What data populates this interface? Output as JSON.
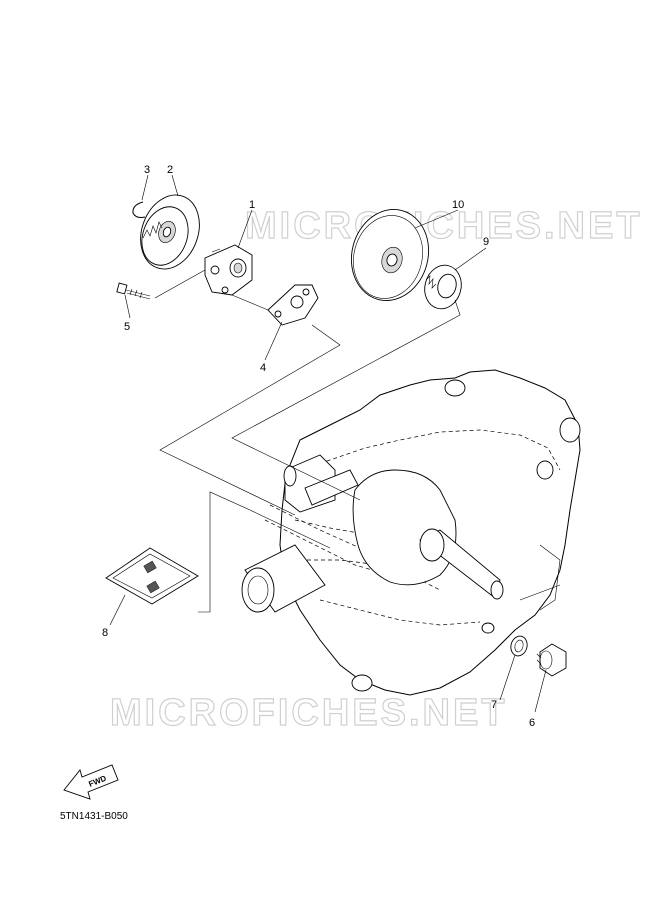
{
  "callouts": {
    "c1": "1",
    "c2": "2",
    "c3": "3",
    "c4": "4",
    "c5": "5",
    "c6": "6",
    "c7": "7",
    "c8": "8",
    "c9": "9",
    "c10": "10"
  },
  "watermarks": [
    "MICROFICHES.NET",
    "MICROFICHES.NET"
  ],
  "fwd_label": "FWD",
  "part_code": "5TN1431-B050"
}
